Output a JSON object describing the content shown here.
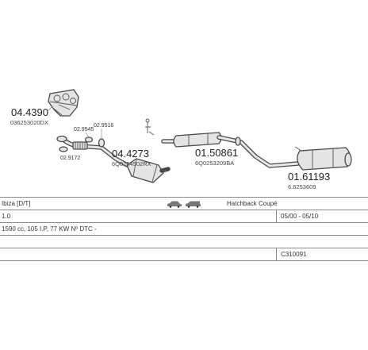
{
  "parts": [
    {
      "number": "04.4390",
      "oem": "036253020DX"
    },
    {
      "number": "02.9545"
    },
    {
      "number": "02.9516"
    },
    {
      "number": "02.9172"
    },
    {
      "number": "04.4273",
      "oem": "6Q0254502RX"
    },
    {
      "number": "01.50861",
      "oem": "6Q0253209BA"
    },
    {
      "number": "01.61193",
      "oem": "6.6253609"
    }
  ],
  "vehicle": {
    "model": "Ibiza [D/T]",
    "body": "Hatchback Coupé",
    "engine": "1.0",
    "years": "05/00 - 05/10",
    "spec": "1590 cc, 105 I.P, 77 KW Nº DTC -",
    "code": "C310091"
  },
  "colors": {
    "line": "#4a4a4a",
    "fill": "#e4e4e4",
    "table_rule": "#8a8a8a"
  },
  "icons": [
    "hatchback-car-icon",
    "estate-car-icon"
  ]
}
